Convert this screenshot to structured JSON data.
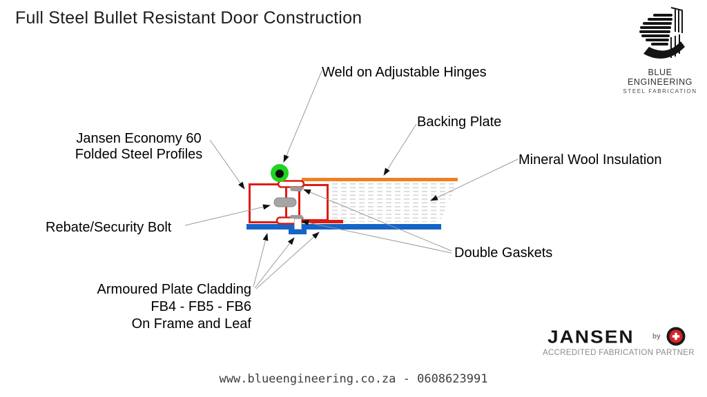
{
  "title": "Full Steel Bullet Resistant Door Construction",
  "brand": {
    "name": "BLUE ENGINEERING",
    "tagline": "STEEL FABRICATION",
    "icon": "spiral-staircase-icon"
  },
  "diagram": {
    "labels": {
      "hinges": "Weld on Adjustable Hinges",
      "backing_plate": "Backing Plate",
      "mineral_wool": "Mineral Wool Insulation",
      "profiles_line1": "Jansen Economy 60",
      "profiles_line2": "Folded Steel Profiles",
      "rebate_bolt": "Rebate/Security Bolt",
      "double_gaskets": "Double Gaskets",
      "cladding_line1": "Armoured Plate Cladding",
      "cladding_line2": "FB4 - FB5 - FB6",
      "cladding_line3": "On Frame and Leaf"
    },
    "colors": {
      "profile_red": "#dd1b10",
      "armoured_plate_blue": "#1565c8",
      "backing_plate_orange": "#f08020",
      "hinge_green": "#1fd41f",
      "bolt_gray": "#a5a5a5",
      "leader_line_gray": "#9a9a9a",
      "insulation_dash_gray": "#d6d6d6"
    }
  },
  "partner": {
    "brand": "JANSEN",
    "by": "by",
    "badge": "swiss-cross-badge-icon",
    "tagline": "ACCREDITED FABRICATION PARTNER"
  },
  "footer": "www.blueengineering.co.za - 0608623991"
}
